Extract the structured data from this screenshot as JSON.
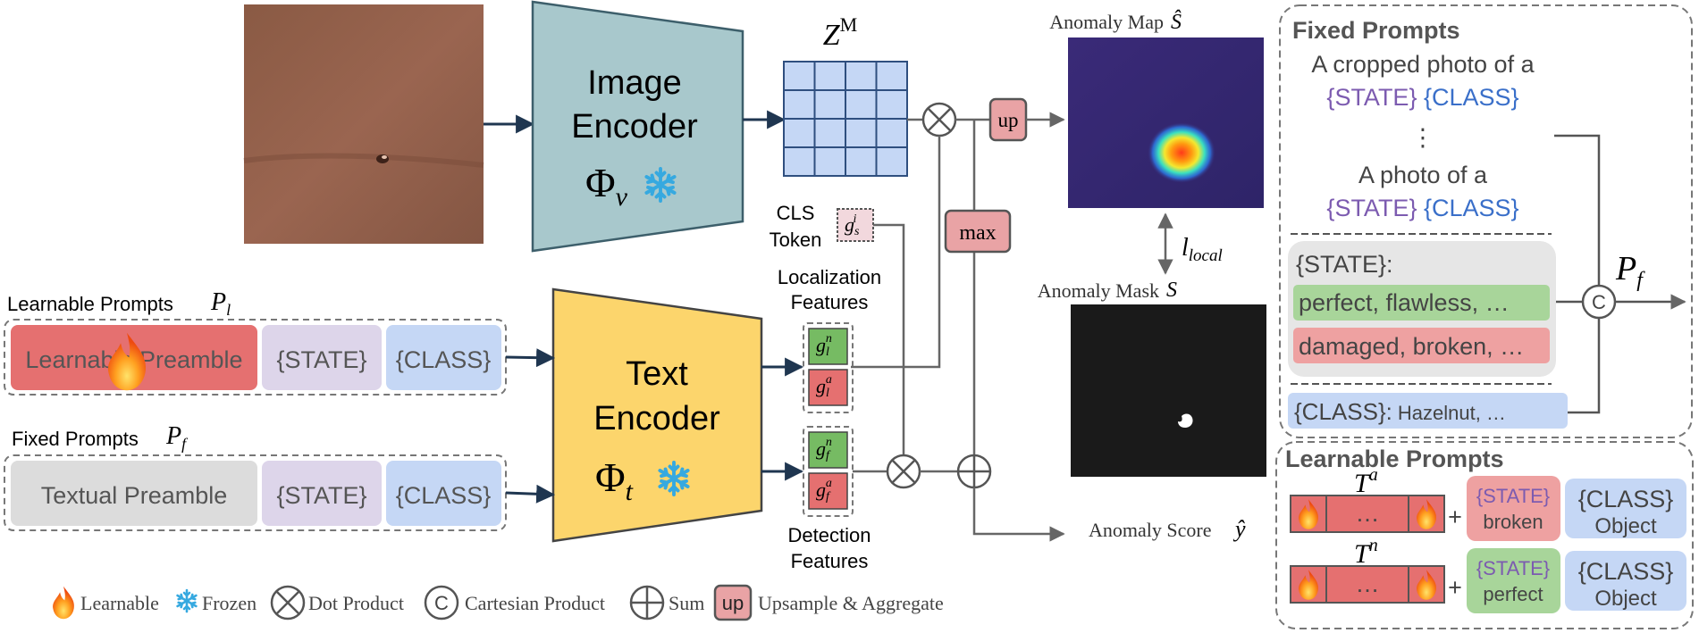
{
  "image_encoder": {
    "line1": "Image",
    "line2": "Encoder",
    "symbol": "Φ",
    "subscript": "v"
  },
  "text_encoder": {
    "line1": "Text",
    "line2": "Encoder",
    "symbol": "Φ",
    "subscript": "t"
  },
  "zm_label": {
    "base": "Z",
    "sup": "M"
  },
  "up_label": "up",
  "max_label": "max",
  "cls_token": {
    "line1": "CLS",
    "line2": "Token",
    "symbol": "g",
    "sub": "s",
    "sup": "i"
  },
  "localization_features": {
    "line1": "Localization",
    "line2": "Features"
  },
  "detection_features": {
    "line1": "Detection",
    "line2": "Features"
  },
  "feature_symbols": {
    "l_normal": {
      "base": "g",
      "sub": "l",
      "sup": "n"
    },
    "l_anomaly": {
      "base": "g",
      "sub": "l",
      "sup": "a"
    },
    "f_normal": {
      "base": "g",
      "sub": "f",
      "sup": "n"
    },
    "f_anomaly": {
      "base": "g",
      "sub": "f",
      "sup": "a"
    }
  },
  "anomaly_map_title": {
    "text": "Anomaly Map",
    "symbol": "Ŝ"
  },
  "anomaly_mask_title": {
    "text": "Anomaly Mask",
    "symbol": "S"
  },
  "loss_label": {
    "base": "l",
    "sub": "local"
  },
  "anomaly_score": {
    "text": "Anomaly Score",
    "symbol": "ŷ"
  },
  "learnable_prompts_row": {
    "title": "Learnable Prompts",
    "symbol": "P",
    "sub": "l",
    "preamble": "Learnable Preamble",
    "state": "{STATE}",
    "class": "{CLASS}"
  },
  "fixed_prompts_row": {
    "title": "Fixed Prompts",
    "symbol": "P",
    "sub": "f",
    "preamble": "Textual Preamble",
    "state": "{STATE}",
    "class": "{CLASS}"
  },
  "legend": {
    "learnable": "Learnable",
    "frozen": "Frozen",
    "dot": "Dot Product",
    "cartesian": "Cartesian Product",
    "cartesian_symbol": "C",
    "sum": "Sum",
    "upsample_symbol": "up",
    "upsample": "Upsample & Aggregate"
  },
  "fixed_panel": {
    "title": "Fixed Prompts",
    "t1_line1": "A cropped photo of a",
    "t1_state": "{STATE}",
    "t1_class": "{CLASS}",
    "dots": "⋮",
    "t2_line1": "A photo of a",
    "t2_state": "{STATE}",
    "t2_class": "{CLASS}",
    "state_label": "{STATE}:",
    "normal_words": "perfect, flawless, …",
    "anomaly_words": "damaged, broken, …",
    "class_label": "{CLASS}:",
    "class_words": "Hazelnut, …",
    "cartesian_symbol": "C",
    "output_symbol": "P",
    "output_sub": "f"
  },
  "learnable_panel": {
    "title": "Learnable Prompts",
    "ta": {
      "base": "T",
      "sup": "a"
    },
    "tn": {
      "base": "T",
      "sup": "n"
    },
    "ellipsis": "…",
    "plus": "+",
    "state_label": "{STATE}",
    "anomaly_word": "broken",
    "normal_word": "perfect",
    "class_label": "{CLASS}",
    "class_word": "Object"
  },
  "colors": {
    "image_encoder": "#a8c8cc",
    "text_encoder": "#fcd56c",
    "grid": "#c5d7f5",
    "red": "#e57070",
    "green": "#76bb63",
    "state_purple": "#7c5bb0",
    "class_blue": "#3a6fc9",
    "frozen_blue": "#36a9e0",
    "arrow": "#1f3650"
  }
}
